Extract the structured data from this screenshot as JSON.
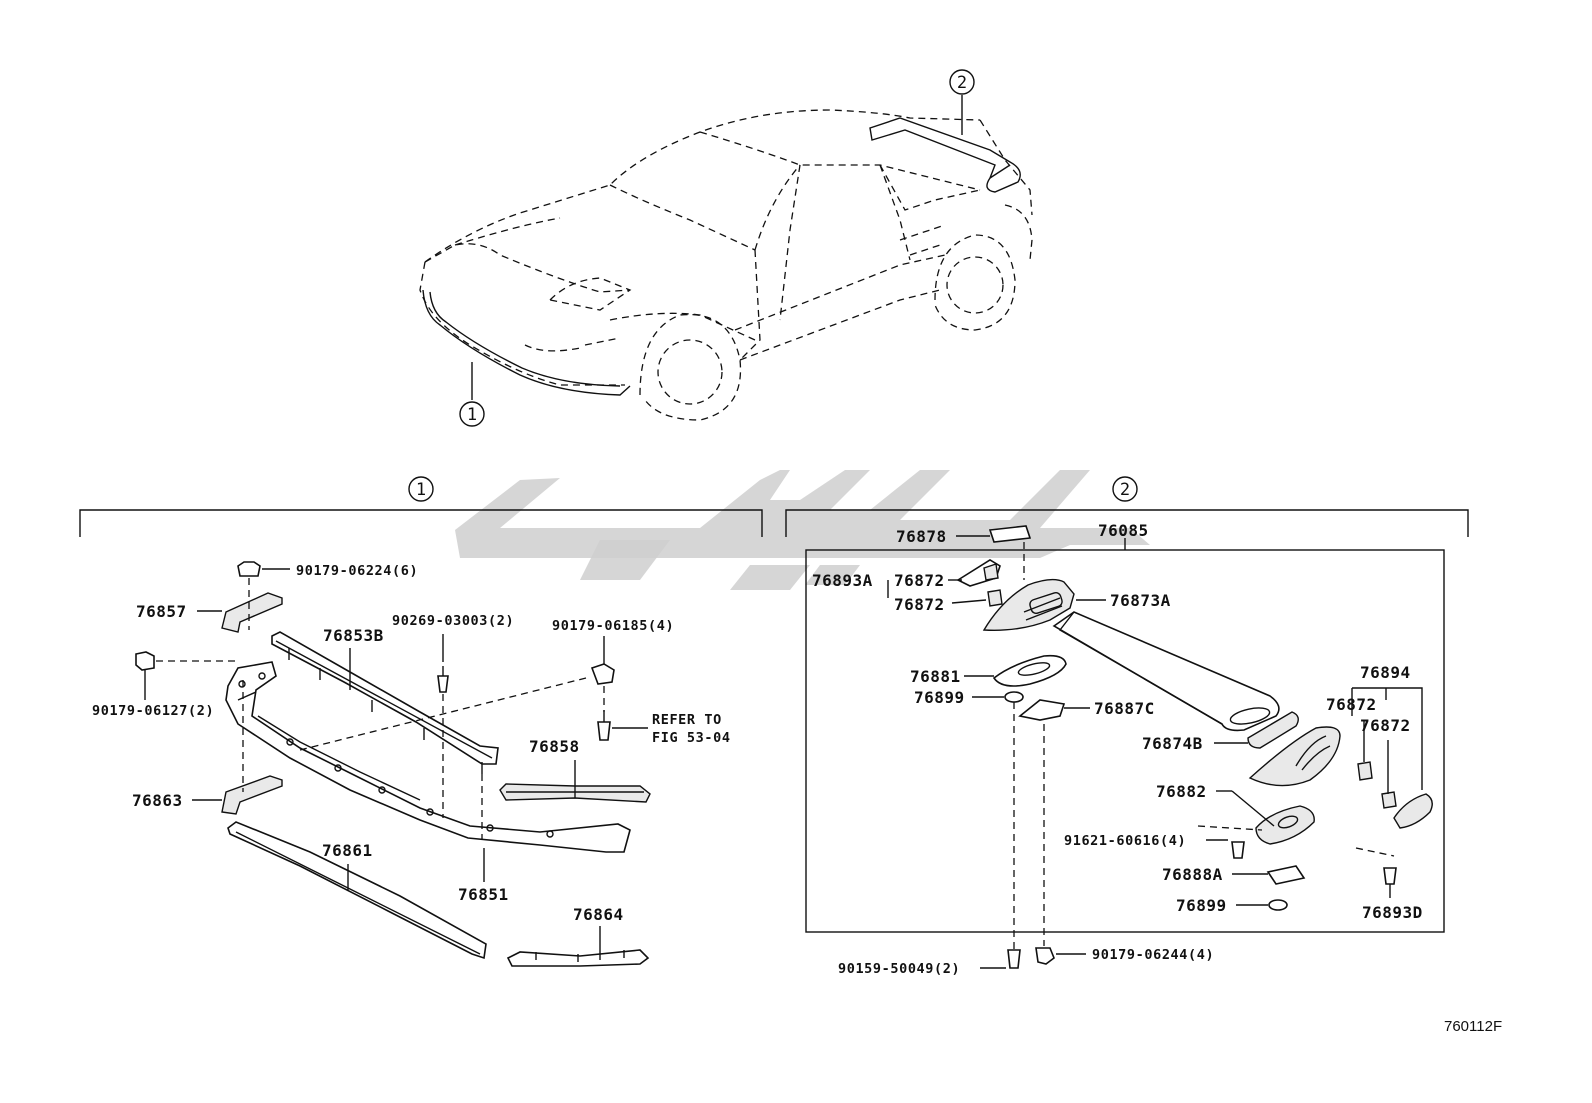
{
  "diagram": {
    "figure_code": "760112F",
    "callouts": {
      "front": "1",
      "rear": "2"
    },
    "group_front": {
      "parts": {
        "nut_top": "90179-06224(6)",
        "bracket_top": "76857",
        "bolt": "90269-03003(2)",
        "nut_clip": "90179-06185(4)",
        "reinforcement": "76853B",
        "nut_side": "90179-06127(2)",
        "refer_line1": "REFER TO",
        "refer_line2": "FIG 53-04",
        "spoiler_piece": "76858",
        "bracket_lower": "76863",
        "lower_strip": "76861",
        "front_spoiler": "76851",
        "end_piece": "76864"
      }
    },
    "group_rear": {
      "assembly": "76085",
      "parts": {
        "sticker": "76878",
        "set": "76893A",
        "clip_a": "76872",
        "clip_b": "76872",
        "end_cap_left": "76873A",
        "gasket": "76881",
        "washer_top": "76899",
        "pad": "76887C",
        "end_plate": "76874B",
        "set_right": "76894",
        "clip_r1": "76872",
        "clip_r2": "76872",
        "stay": "76882",
        "screw": "91621-60616(4)",
        "bracket": "76888A",
        "washer_bottom": "76899",
        "bolt_right": "76893D",
        "bolt_bottom": "90159-50049(2)",
        "nut_bottom": "90179-06244(4)"
      }
    }
  }
}
